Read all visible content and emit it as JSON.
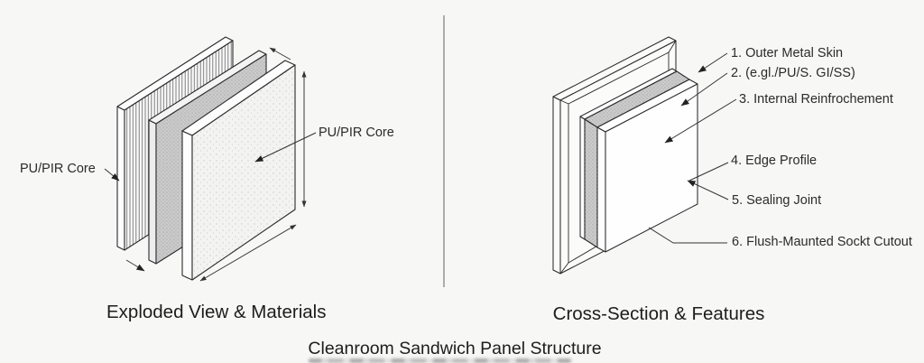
{
  "title": "Cleanroom Sandwich Panel Structure",
  "left_view": {
    "caption": "Exploded View & Materials",
    "labels": {
      "core_left": "PU/PIR Core",
      "core_right": "PU/PIR Core"
    }
  },
  "right_view": {
    "caption": "Cross-Section & Features",
    "features": [
      "1. Outer Metal Skin",
      "2. (e.gl./PU/S. GI/SS)",
      "3. Internal Reinfrochement",
      "4. Edge Profile",
      "5. Sealing Joint",
      "6. Flush-Maunted Sockt Cutout"
    ]
  },
  "colors": {
    "background": "#f7f7f6",
    "line": "#2b2b2b",
    "divider": "#9a9a9a",
    "core_fill": "#cccccc",
    "light_panel_fill": "#f3f3f2"
  }
}
